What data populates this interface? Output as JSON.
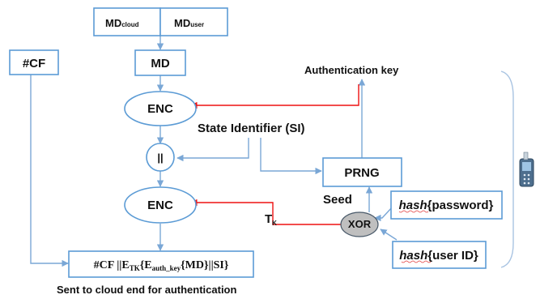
{
  "nodes": {
    "md_cloud": {
      "main": "MD",
      "sub": "cloud"
    },
    "md_user": {
      "main": "MD",
      "sub": "user"
    },
    "md": "MD",
    "cf": "#CF",
    "enc_top": "ENC",
    "concat": "||",
    "enc_bottom": "ENC",
    "output": {
      "p1": "#CF ||E",
      "p2": "TK",
      "p3": "{E",
      "p4": "auth_key",
      "p5": "{MD}||SI}"
    },
    "prng": "PRNG",
    "xor": "XOR",
    "hash_password": {
      "italic": "hash",
      "rest": "{password}"
    },
    "hash_userid": {
      "italic": "hash",
      "rest": "{user ID}"
    }
  },
  "labels": {
    "auth_key": "Authentication key",
    "state_identifier": "State Identifier (SI)",
    "seed": "Seed",
    "tk": {
      "main": "T",
      "sub": "K"
    },
    "sent": "Sent to cloud end for authentication"
  },
  "colors": {
    "box_border": "#5b9bd5",
    "arrow_blue": "#7aa7d6",
    "arrow_red": "#ee1111",
    "xor_fill": "#bfbfbf"
  },
  "icons": [
    "smartphone-icon"
  ]
}
